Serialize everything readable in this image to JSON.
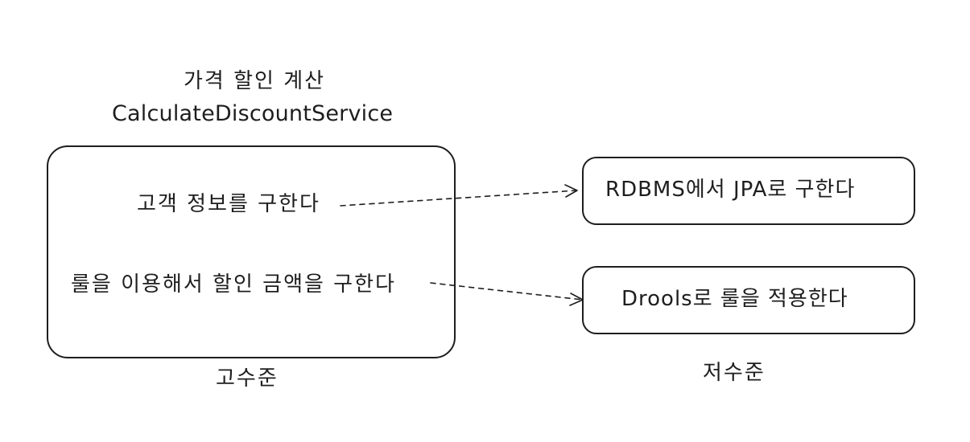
{
  "title": {
    "korean": "가격 할인 계산",
    "service_name": "CalculateDiscountService"
  },
  "high_level_box": {
    "steps": [
      "고객 정보를 구한다",
      "룰을 이용해서 할인 금액을 구한다"
    ],
    "level_label": "고수준"
  },
  "low_level_boxes": {
    "items": [
      "RDBMS에서 JPA로 구한다",
      "Drools로 룰을 적용한다"
    ],
    "level_label": "저수준"
  },
  "colors": {
    "stroke": "#1e1e1e",
    "background": "#ffffff"
  }
}
